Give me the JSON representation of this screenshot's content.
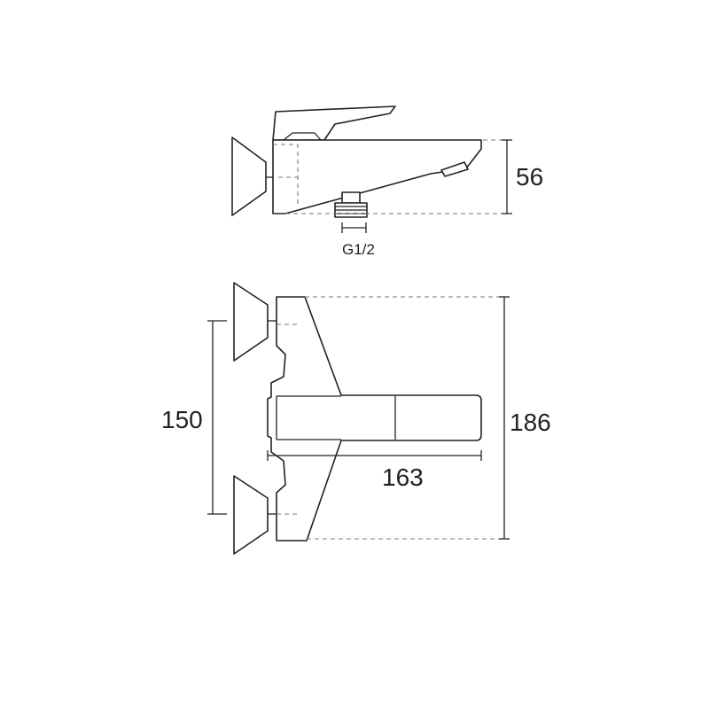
{
  "dimensions": {
    "height_side": "56",
    "thread": "G1/2",
    "wall_centres": "150",
    "spout_length": "163",
    "overall_width": "186"
  }
}
